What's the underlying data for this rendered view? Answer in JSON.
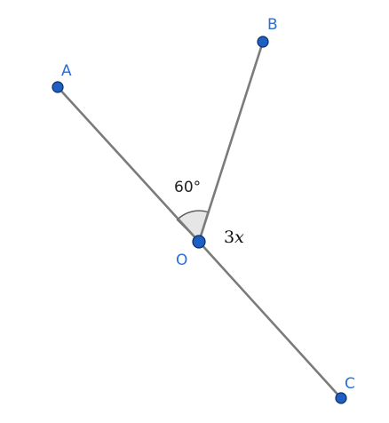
{
  "points": {
    "A": "A",
    "B": "B",
    "C": "C",
    "O": "O"
  },
  "angles": {
    "AOB": "60°",
    "BOC_coefficient": "3",
    "BOC_variable": "x"
  },
  "colors": {
    "point_fill": "#1f5fbf",
    "point_label": "#2a6fd6",
    "segment": "#7b7b7b",
    "angle_fill": "#e6e6e6"
  }
}
